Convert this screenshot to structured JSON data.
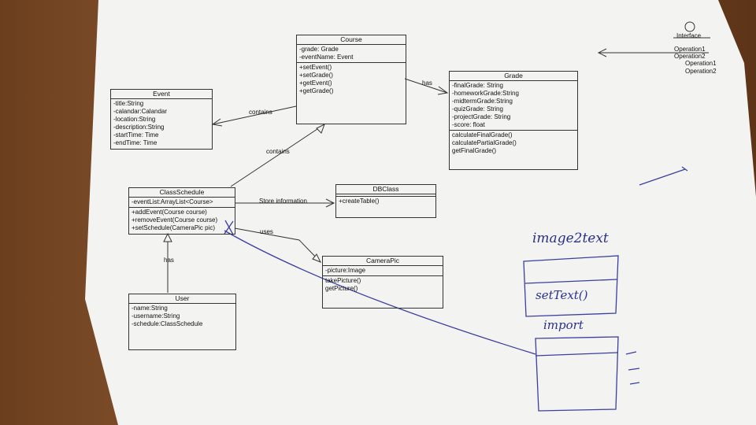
{
  "classes": {
    "course": {
      "name": "Course",
      "attributes": [
        "-grade: Grade",
        "-eventName: Event"
      ],
      "methods": [
        "+setEvent()",
        "+setGrade()",
        "+getEvent()",
        "+getGrade()"
      ]
    },
    "event": {
      "name": "Event",
      "attributes": [
        "-title:String",
        "-calandar:Calandar",
        "-location:String",
        "-description:String",
        "-startTime: Time",
        "-endTime: Time"
      ]
    },
    "grade": {
      "name": "Grade",
      "attributes": [
        "-finalGrade: String",
        "-homeworkGrade:String",
        "-midtermGrade:String",
        "-quizGrade: String",
        "-projectGrade: String",
        "-score: float"
      ],
      "methods": [
        "calculateFinalGrade()",
        "calculatePartialGrade()",
        "getFinalGrade()"
      ]
    },
    "class_schedule": {
      "name": "ClassSchedule",
      "attributes": [
        "-eventList:ArrayList<Course>"
      ],
      "methods": [
        "+addEvent(Course course)",
        "+removeEvent(Course course)",
        "+setSchedule(CameraPic pic)"
      ]
    },
    "db_class": {
      "name": "DBClass",
      "methods": [
        "+createTable()"
      ]
    },
    "camera_pic": {
      "name": "CameraPic",
      "attributes": [
        "-picture:Image"
      ],
      "methods": [
        "takePicture()",
        "getPicture()"
      ]
    },
    "user": {
      "name": "User",
      "attributes": [
        "-name:String",
        "-username:String",
        "-schedule:ClassSchedule"
      ]
    }
  },
  "relations": {
    "contains_event": "contains",
    "contains_course": "contains",
    "has_grade": "has",
    "store_information": "Store information",
    "uses": "uses",
    "has_user": "has"
  },
  "interface_legend": {
    "title": "Interface",
    "ops_printed": [
      "Operation1",
      "Operation2"
    ],
    "ops_overlay": [
      "Operation1",
      "Operation2"
    ]
  },
  "handwriting": {
    "title": "image2text",
    "method": "setText()",
    "import": "import"
  }
}
